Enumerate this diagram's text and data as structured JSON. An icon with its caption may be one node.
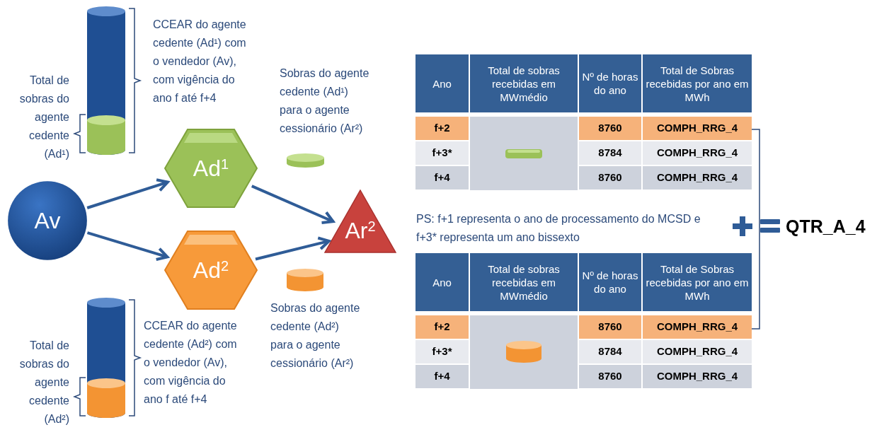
{
  "diagram": {
    "nodes": [
      {
        "text": [
          "Av"
        ]
      },
      {
        "text": [
          "Ad$^{1}$"
        ]
      },
      {
        "text": [
          "Ad$^{2}$"
        ]
      },
      {
        "text": [
          "Ar$^{2}$"
        ]
      }
    ],
    "edges": [
      {
        "from": 0,
        "to": 1,
        "arrow": "to"
      },
      {
        "from": 0,
        "to": 2,
        "arrow": "to"
      },
      {
        "from": 1,
        "to": 3,
        "arrow": "to"
      },
      {
        "from": 2,
        "to": 3,
        "arrow": "to"
      }
    ],
    "labels": [
      "Total de sobras do agente cedente (Ad¹)",
      "CCEAR do agente cedente (Ad¹) com o vendedor (Av), com vigência do ano f até f+4",
      "Sobras do agente cedente (Ad¹) para o agente cessionário (Ar²)",
      "Ano",
      "Total de sobras recebidas em MWmédio",
      "Nº de horas do ano",
      "Total de Sobras recebidas por ano em MWh",
      "f+2",
      "8760",
      "COMPH_RRG_4",
      "f+3*",
      "8784",
      "COMPH_RRG_4",
      "f+4",
      "8760",
      "COMPH_RRG_4",
      "PS: f+1 representa o ano de processamento do MCSD e f+3* representa um ano bissexto",
      "QTR_A_4",
      "Ano",
      "Total de sobras recebidas em MWmédio",
      "Nº de horas do ano",
      "Total de Sobras recebidas por ano em MWh",
      "f+2",
      "8760",
      "COMPH_RRG_4",
      "f+3*",
      "8784",
      "COMPH_RRG_4",
      "f+4",
      "8760",
      "COMPH_RRG_4",
      "Total de sobras do agente cedente (Ad²)",
      "CCEAR do agente cedente (Ad²) com o vendedor (Av), com vigência do ano f até f+4",
      "Sobras do agente cedente (Ad²) para o agente cessionário (Ar²)"
    ]
  }
}
